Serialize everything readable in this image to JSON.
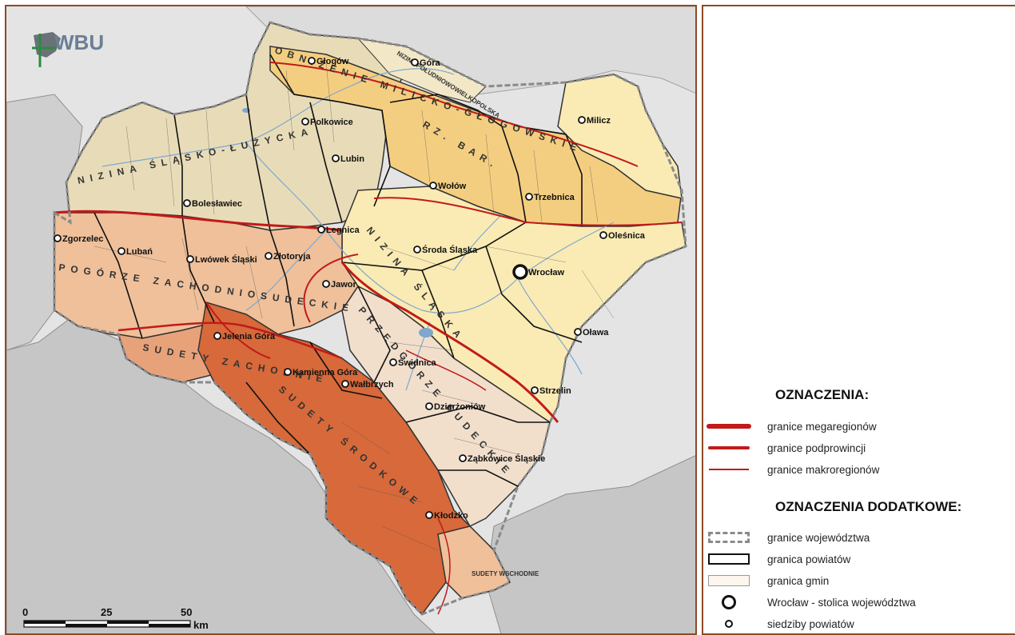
{
  "logo": {
    "text": "WBU"
  },
  "map": {
    "cities": [
      {
        "name": "Głogów",
        "capital": false
      },
      {
        "name": "Góra",
        "capital": false
      },
      {
        "name": "Polkowice",
        "capital": false
      },
      {
        "name": "Milicz",
        "capital": false
      },
      {
        "name": "Lubin",
        "capital": false
      },
      {
        "name": "Wołów",
        "capital": false
      },
      {
        "name": "Trzebnica",
        "capital": false
      },
      {
        "name": "Bolesławiec",
        "capital": false
      },
      {
        "name": "Legnica",
        "capital": false
      },
      {
        "name": "Oleśnica",
        "capital": false
      },
      {
        "name": "Zgorzelec",
        "capital": false
      },
      {
        "name": "Lubań",
        "capital": false
      },
      {
        "name": "Lwówek Śląski",
        "capital": false
      },
      {
        "name": "Złotoryja",
        "capital": false
      },
      {
        "name": "Środa Śląska",
        "capital": false
      },
      {
        "name": "Wrocław",
        "capital": true
      },
      {
        "name": "Jawor",
        "capital": false
      },
      {
        "name": "Oława",
        "capital": false
      },
      {
        "name": "Jelenia Góra",
        "capital": false
      },
      {
        "name": "Świdnica",
        "capital": false
      },
      {
        "name": "Kamienna Góra",
        "capital": false
      },
      {
        "name": "Wałbrzych",
        "capital": false
      },
      {
        "name": "Strzelin",
        "capital": false
      },
      {
        "name": "Dzierżoniów",
        "capital": false
      },
      {
        "name": "Ząbkowice Śląskie",
        "capital": false
      },
      {
        "name": "Kłodzko",
        "capital": false
      }
    ],
    "regions": [
      "OBNIŻENIE MILICKO-GŁOGOWSKIE",
      "NIZINA POŁUDNIOWOWIELKOPOLSKA",
      "NIZINA ŚLĄSKO-ŁUŻYCKA",
      "RZ. BAR.",
      "POGÓRZE ZACHODNIOSUDECKIE",
      "NIZINA ŚLĄSKA",
      "PRZEDGÓRZE SUDECKIE",
      "SUDETY ZACHODNIE",
      "SUDETY ŚRODKOWE",
      "SUDETY WSCHODNIE"
    ],
    "colors": {
      "background_outside": "#e4e4e4",
      "outer_gray": "#c3c3c3",
      "lowland_beige": "#e8dcb8",
      "southern_lowland": "#faebb4",
      "milicz_basin": "#f4ce80",
      "foreland": "#f1dfcc",
      "foothills": "#efc09a",
      "mountains": "#d7693a",
      "mega_border": "#c21a1a",
      "rivers": "#7fa7cf"
    }
  },
  "scale": {
    "ticks": [
      "0",
      "25",
      "50"
    ],
    "unit": "km"
  },
  "legend": {
    "title": "OZNACZENIA:",
    "items": [
      {
        "label": "granice megaregionów",
        "color": "#c21a1a"
      },
      {
        "label": "granice podprowincji",
        "color": "#c21a1a"
      },
      {
        "label": "granice makroregionów",
        "color": "#c21a1a"
      }
    ],
    "extra_title": "OZNACZENIA DODATKOWE:",
    "extra_items": [
      {
        "label": "granice województwa"
      },
      {
        "label": "granica powiatów"
      },
      {
        "label": "granica gmin"
      },
      {
        "label": "Wrocław - stolica województwa"
      },
      {
        "label": "siedziby powiatów"
      }
    ]
  }
}
